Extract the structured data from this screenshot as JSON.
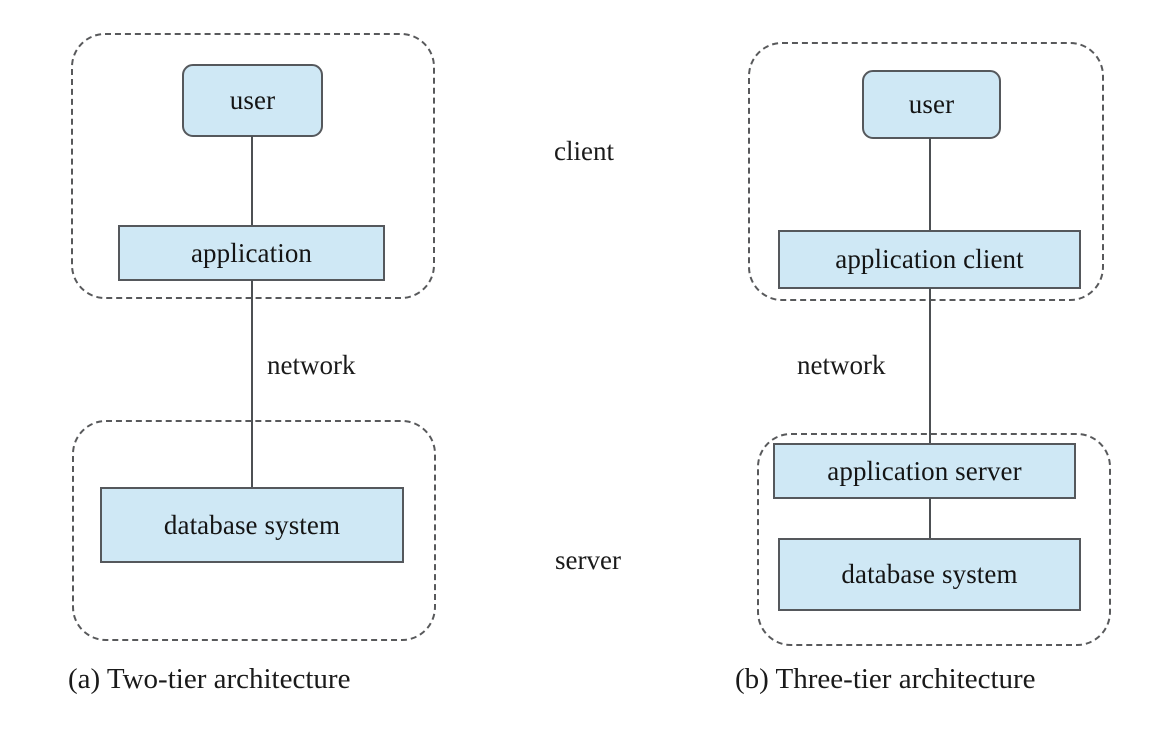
{
  "figure": {
    "type": "architecture-diagram",
    "background_color": "#ffffff",
    "node_fill_color": "#cfe8f5",
    "node_border_color": "#55585c",
    "region_border_color": "#58595b",
    "text_color": "#1a1a1a"
  },
  "center_labels": {
    "client": "client",
    "server": "server"
  },
  "two_tier": {
    "caption": "(a) Two-tier architecture",
    "client_region": {
      "name": "client",
      "nodes": [
        {
          "label": "user",
          "shape": "rounded-rect"
        },
        {
          "label": "application",
          "shape": "rect"
        }
      ]
    },
    "network_label": "network",
    "server_region": {
      "name": "server",
      "nodes": [
        {
          "label": "database system",
          "shape": "rect"
        }
      ]
    },
    "connections": [
      {
        "from": "user",
        "to": "application"
      },
      {
        "from": "application",
        "to": "database system",
        "via": "network"
      }
    ]
  },
  "three_tier": {
    "caption": "(b) Three-tier architecture",
    "client_region": {
      "name": "client",
      "nodes": [
        {
          "label": "user",
          "shape": "rounded-rect"
        },
        {
          "label": "application client",
          "shape": "rect"
        }
      ]
    },
    "network_label": "network",
    "server_region": {
      "name": "server",
      "nodes": [
        {
          "label": "application server",
          "shape": "rect"
        },
        {
          "label": "database system",
          "shape": "rect"
        }
      ]
    },
    "connections": [
      {
        "from": "user",
        "to": "application client"
      },
      {
        "from": "application client",
        "to": "application server",
        "via": "network"
      },
      {
        "from": "application server",
        "to": "database system"
      }
    ]
  }
}
